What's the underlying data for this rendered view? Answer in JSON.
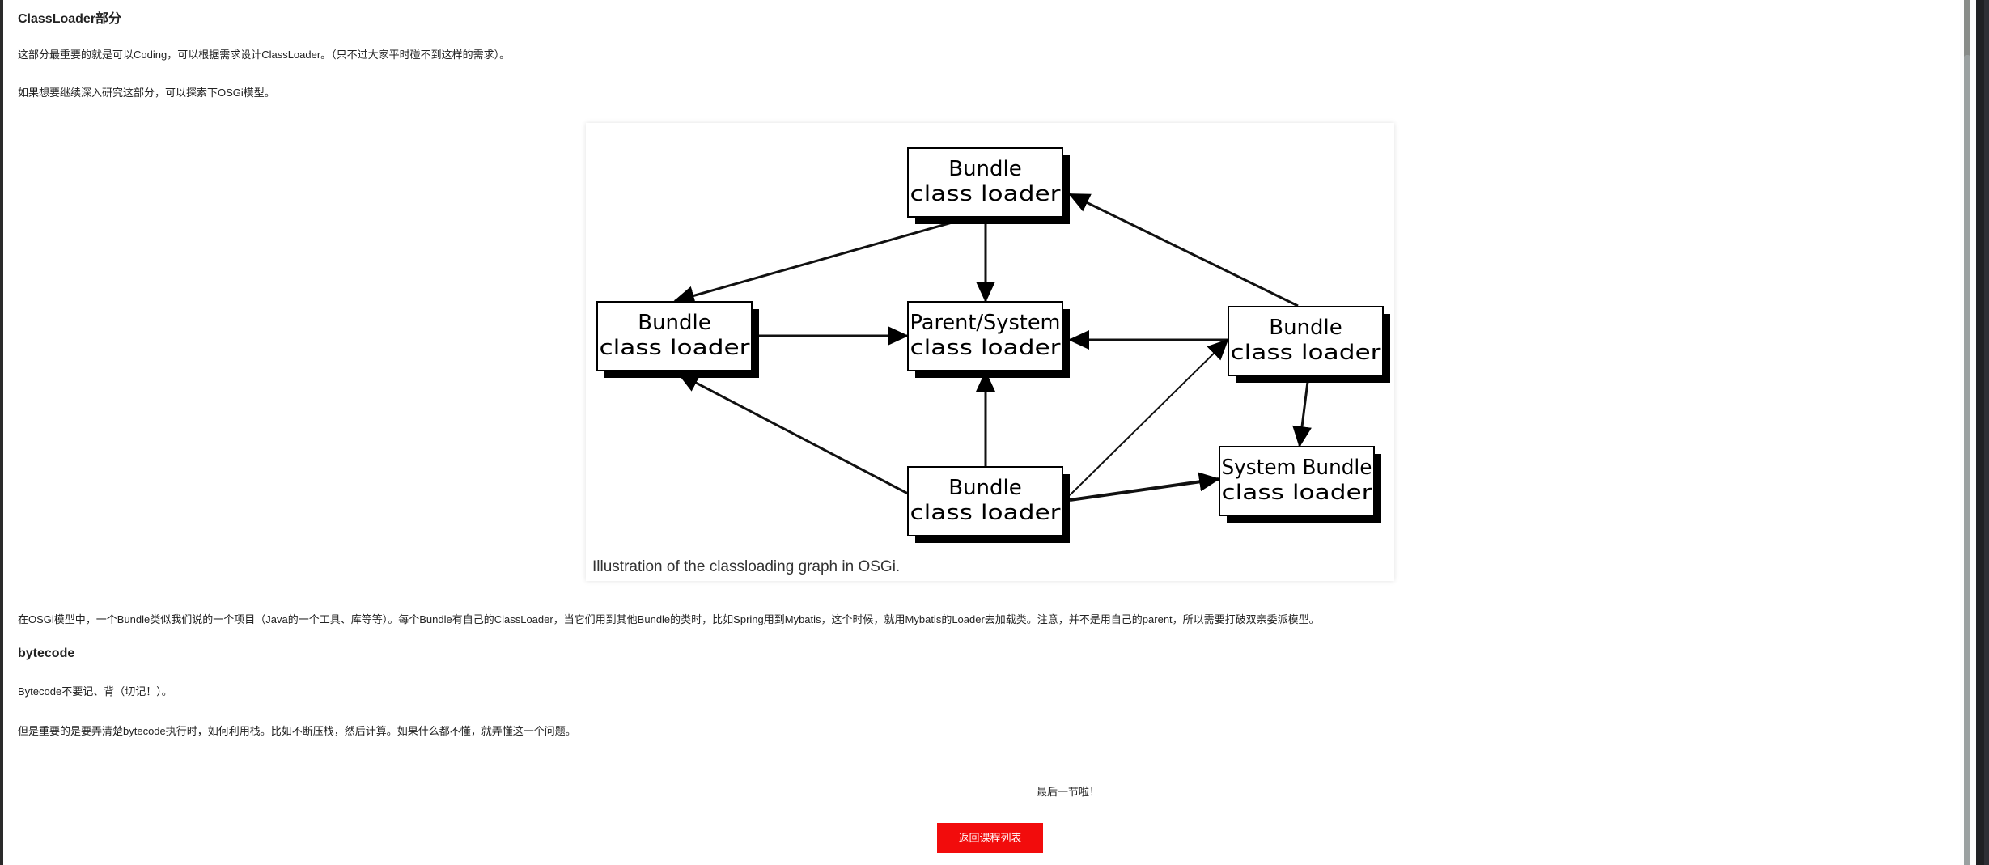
{
  "article": {
    "heading1": "ClassLoader部分",
    "p1": "这部分最重要的就是可以Coding，可以根据需求设计ClassLoader。（只不过大家平时碰不到这样的需求）。",
    "p2": "如果想要继续深入研究这部分，可以探索下OSGi模型。",
    "figure": {
      "nodes": {
        "top": [
          "Bundle",
          "class loader"
        ],
        "left": [
          "Bundle",
          "class loader"
        ],
        "parent": [
          "Parent/System",
          "class loader"
        ],
        "right": [
          "Bundle",
          "class loader"
        ],
        "system": [
          "System Bundle",
          "class loader"
        ],
        "bottom": [
          "Bundle",
          "class loader"
        ]
      },
      "caption": "Illustration of the classloading graph in OSGi."
    },
    "p3": "在OSGi模型中，一个Bundle类似我们说的一个项目（Java的一个工具、库等等）。每个Bundle有自己的ClassLoader，当它们用到其他Bundle的类时，比如Spring用到Mybatis，这个时候，就用Mybatis的Loader去加载类。注意，并不是用自己的parent，所以需要打破双亲委派模型。",
    "heading2": "bytecode",
    "p4": "Bytecode不要记、背（切记！）。",
    "p5": "但是重要的是要弄清楚bytecode执行时，如何利用栈。比如不断压栈，然后计算。如果什么都不懂，就弄懂这一个问题。"
  },
  "footer": {
    "last_note": "最后一节啦！",
    "back_button": "返回课程列表"
  },
  "colors": {
    "button": "#f20c0c"
  }
}
